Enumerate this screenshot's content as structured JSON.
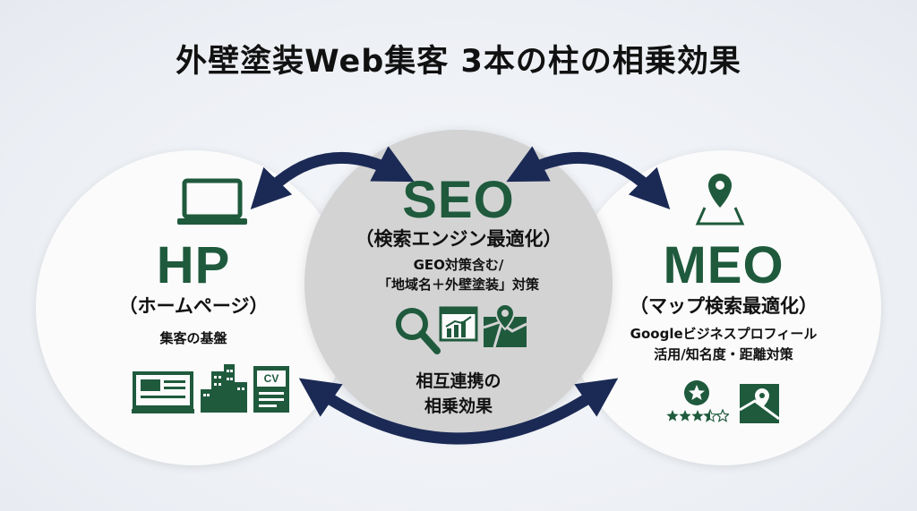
{
  "title": "外壁塗装Web集客 3本の柱の相乗効果",
  "colors": {
    "accent_green": "#1f5a3d",
    "arrow_navy": "#1b2a55"
  },
  "hp": {
    "heading": "HP",
    "subheading": "（ホームページ）",
    "description": "集客の基盤",
    "icons": [
      "laptop-icon",
      "browser-window-icon",
      "city-buildings-icon",
      "cv-document-icon"
    ],
    "cv_label": "CV"
  },
  "seo": {
    "heading": "SEO",
    "subheading": "（検索エンジン最適化）",
    "desc_line1": "GEO対策含む/",
    "desc_line2": "「地域名＋外壁塗装」対策",
    "icons": [
      "magnifier-icon",
      "analytics-chart-icon",
      "map-pin-icon"
    ],
    "synergy_line1": "相互連携の",
    "synergy_line2": "相乗効果"
  },
  "meo": {
    "heading": "MEO",
    "subheading": "（マップ検索最適化）",
    "desc_line1": "Googleビジネスプロフィール",
    "desc_line2": "活用/知名度・距離対策",
    "icons": [
      "location-pin-map-icon",
      "star-badge-icon",
      "rating-stars-icon",
      "map-pin-icon"
    ],
    "rating": 3.5,
    "rating_max": 5
  }
}
